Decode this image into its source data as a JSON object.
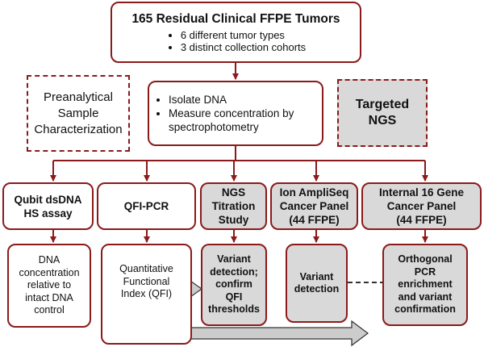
{
  "top": {
    "title": "165 Residual Clinical FFPE Tumors",
    "bullets": [
      "6 different tumor types",
      "3 distinct collection cohorts"
    ]
  },
  "preanalytical": "Preanalytical\nSample\nCharacterization",
  "isolate": {
    "bullets": [
      "Isolate DNA",
      "Measure concentration by spectrophotometry"
    ]
  },
  "targeted": "Targeted\nNGS",
  "assays": [
    "Qubit dsDNA\nHS assay",
    "QFI-PCR",
    "NGS\nTitration\nStudy",
    "Ion AmpliSeq\nCancer Panel\n(44 FFPE)",
    "Internal 16 Gene\nCancer Panel\n(44 FFPE)"
  ],
  "results": [
    "DNA\nconcentration\nrelative to\nintact DNA\ncontrol",
    "Quantitative\nFunctional\nIndex (QFI)",
    "Variant\ndetection;\nconfirm\nQFI\nthresholds",
    "Variant\ndetection",
    "Orthogonal\nPCR\nenrichment\nand variant\nconfirmation"
  ],
  "colors": {
    "border": "#8b1a1a",
    "shade": "#d9d9d9"
  }
}
